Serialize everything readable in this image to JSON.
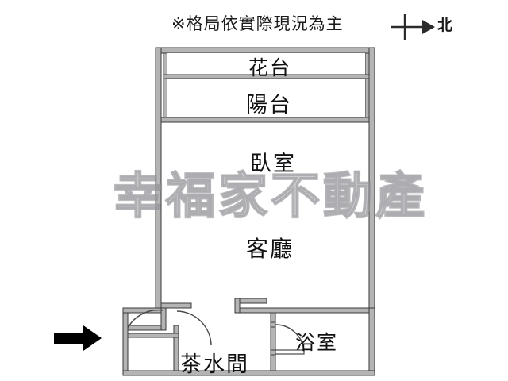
{
  "header": {
    "note": "※格局依實際現況為主"
  },
  "compass": {
    "icon": "compass-north-arrow-icon",
    "direction_label": "北"
  },
  "watermark": {
    "text": "幸福家不動產"
  },
  "floorplan": {
    "rooms": [
      {
        "key": "planter",
        "label": "花台"
      },
      {
        "key": "balcony",
        "label": "陽台"
      },
      {
        "key": "bedroom",
        "label": "臥室"
      },
      {
        "key": "livingroom",
        "label": "客廳"
      },
      {
        "key": "bathroom",
        "label": "浴室"
      },
      {
        "key": "pantry",
        "label": "茶水間"
      }
    ],
    "entrance": {
      "icon": "entrance-arrow-icon",
      "doors": "double-door-swing"
    },
    "colors": {
      "wall_fill": "#b4b4b4",
      "wall_stroke": "#3a3a3a",
      "interior": "#ffffff",
      "text": "#111111",
      "watermark": "#8c8c91"
    }
  }
}
